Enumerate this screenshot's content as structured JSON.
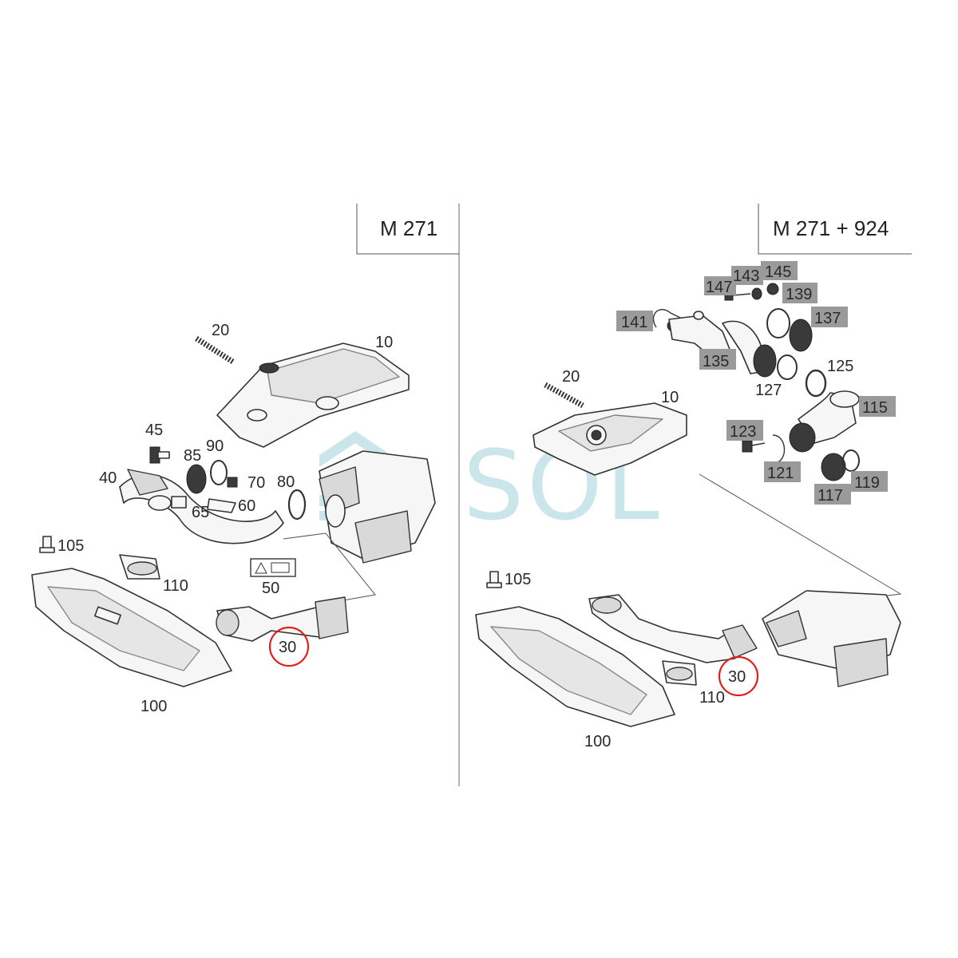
{
  "panels": [
    {
      "id": "left",
      "title": "M 271"
    },
    {
      "id": "right",
      "title": "M 271 + 924"
    }
  ],
  "left_labels": {
    "l10": "10",
    "l20": "20",
    "l30": "30",
    "l40": "40",
    "l45": "45",
    "l50": "50",
    "l60": "60",
    "l65": "65",
    "l70": "70",
    "l80": "80",
    "l85": "85",
    "l90": "90",
    "l100": "100",
    "l105": "105",
    "l110": "110"
  },
  "right_labels": {
    "l10": "10",
    "l20": "20",
    "l30": "30",
    "l100": "100",
    "l105": "105",
    "l110": "110",
    "l115": "115",
    "l117": "117",
    "l119": "119",
    "l121": "121",
    "l123": "123",
    "l125": "125",
    "l127": "127",
    "l135": "135",
    "l137": "137",
    "l139": "139",
    "l141": "141",
    "l143": "143",
    "l145": "145",
    "l147": "147"
  },
  "highlight_color": "#e0201c",
  "watermark": {
    "text": "SOL",
    "color": "#9fd3dc"
  }
}
